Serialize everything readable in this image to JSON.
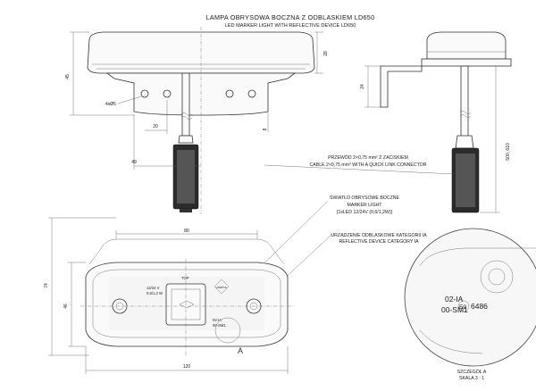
{
  "title": {
    "line1": "LAMPA OBRYSOWA BOCZNA Z ODBLASKIEM LD650",
    "line2": "LED MARKER LIGHT WITH REFLECTIVE DEVICE LD650"
  },
  "dimensions": {
    "top_height": "45",
    "top_rim": "28",
    "hole_dia": "4xØ5",
    "pitch_20": "20",
    "offset_8": "8",
    "offset_49": "49",
    "bracket_24": "24",
    "cable_lengths": "500, 610",
    "width_80": "80",
    "width_120": "120",
    "height_74": "74",
    "height_46": "46"
  },
  "notes": {
    "cable_pl": "PRZEWÓD 2×0,75 mm² Z ZACISKIEM",
    "cable_en": "CABLE 2×0,75 mm² WITH A QUICK LINK CONNECTOR",
    "light_pl1": "ŚWIATŁO OBRYSOWE BOCZNE",
    "light_pl2": "MARKER LIGHT",
    "light_spec": "[1xLED 12/24V (0,6/1,2W)]",
    "reflex_pl": "URZĄDZENIE ODBLASKOWE KATEGORII IA",
    "reflex_en": "REFLECTIVE DEVICE CATEGORY IA"
  },
  "lamp_marks": {
    "voltage": "12/24 V",
    "power": "0,6/1,2 W",
    "top": "TOP",
    "brand": "HORPOL",
    "category": "02-IA",
    "code": "00-SM1",
    "approval_e": "E9",
    "approval_no": "6486"
  },
  "detail": {
    "letter": "A",
    "label": "SZCZEGÓŁ A",
    "scale": "SKALA 3 : 1",
    "line1": "02-IA",
    "line2": "00-SM1",
    "e_mark": "E9",
    "number": "6486"
  }
}
